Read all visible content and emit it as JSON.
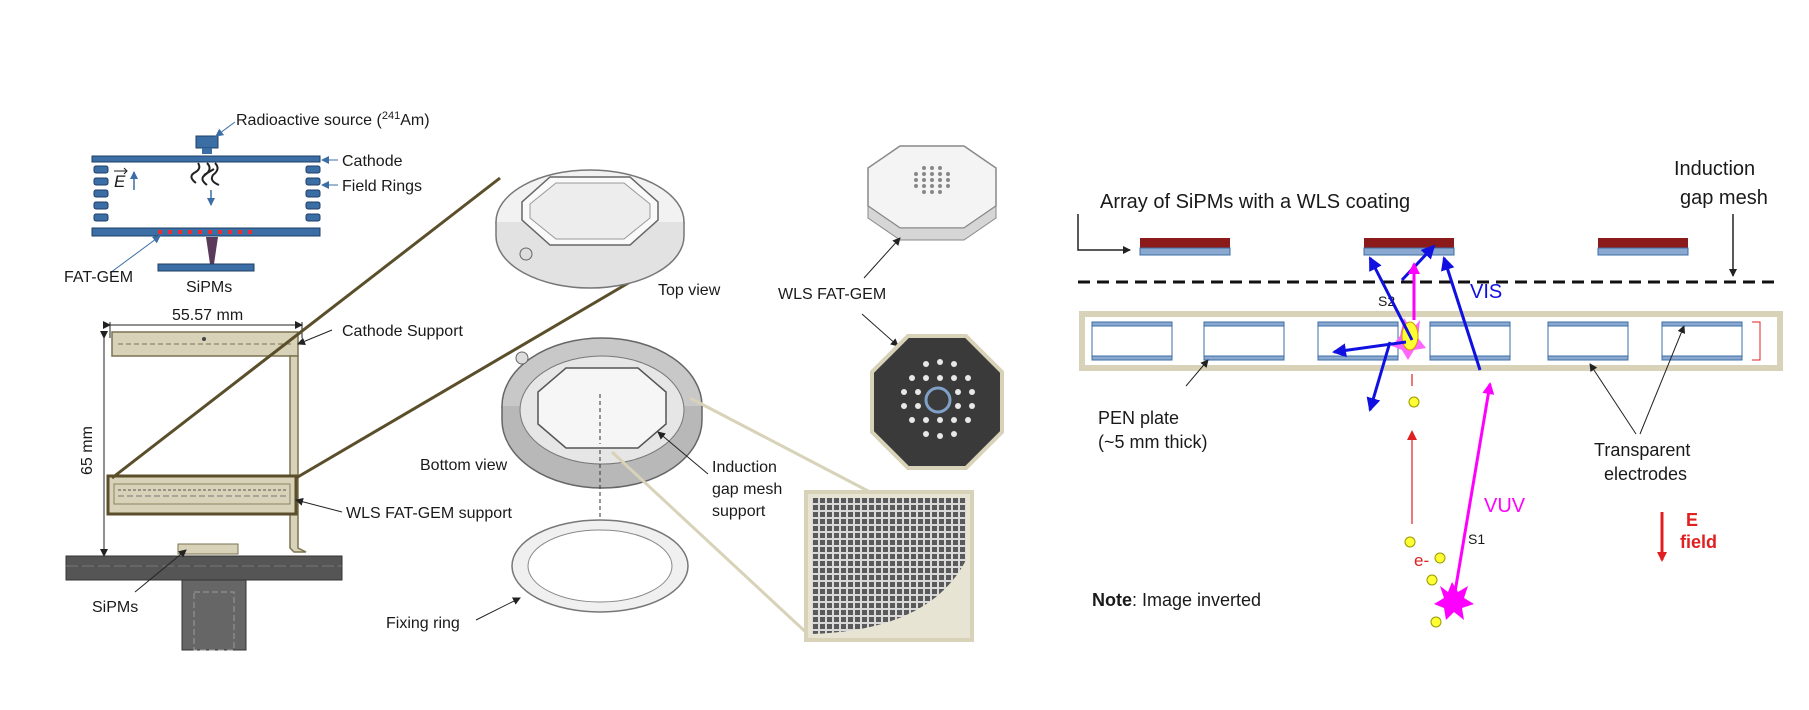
{
  "colors": {
    "blue": "#1010e0",
    "magenta": "#ff00ff",
    "red": "#e02020",
    "olive": "#5a4f2a",
    "beige": "#d8d2b8",
    "pcb": "#3b6ea5",
    "sipm_red": "#8b1a1a",
    "yellow": "#ffff33"
  },
  "schematic": {
    "source": "Radioactive source (",
    "source_isotope": "241",
    "source_element": "Am)",
    "cathode": "Cathode",
    "field_rings": "Field Rings",
    "e_vector": "E",
    "fat_gem": "FAT-GEM",
    "sipms": "SiPMs"
  },
  "cad": {
    "width_dim": "55.57 mm",
    "height_dim": "65 mm",
    "cathode_support": "Cathode Support",
    "wls_support": "WLS FAT-GEM support",
    "sipms": "SiPMs"
  },
  "rings": {
    "top_view": "Top view",
    "bottom_view": "Bottom view",
    "induction_support": [
      "Induction",
      "gap mesh",
      "support"
    ],
    "fixing_ring": "Fixing ring"
  },
  "wls": {
    "label": "WLS FAT-GEM"
  },
  "principle": {
    "induction_mesh": [
      "Induction",
      "gap mesh"
    ],
    "array_label": "Array of SiPMs with a WLS coating",
    "s2": "S2",
    "vis": "VIS",
    "pen_plate": [
      "PEN plate",
      "(~5 mm thick)"
    ],
    "transparent": [
      "Transparent",
      "electrodes"
    ],
    "vuv": "VUV",
    "s1": "S1",
    "electron": "e-",
    "e_field": [
      "E",
      "field"
    ],
    "note_bold": "Note",
    "note_rest": ": Image  inverted"
  }
}
